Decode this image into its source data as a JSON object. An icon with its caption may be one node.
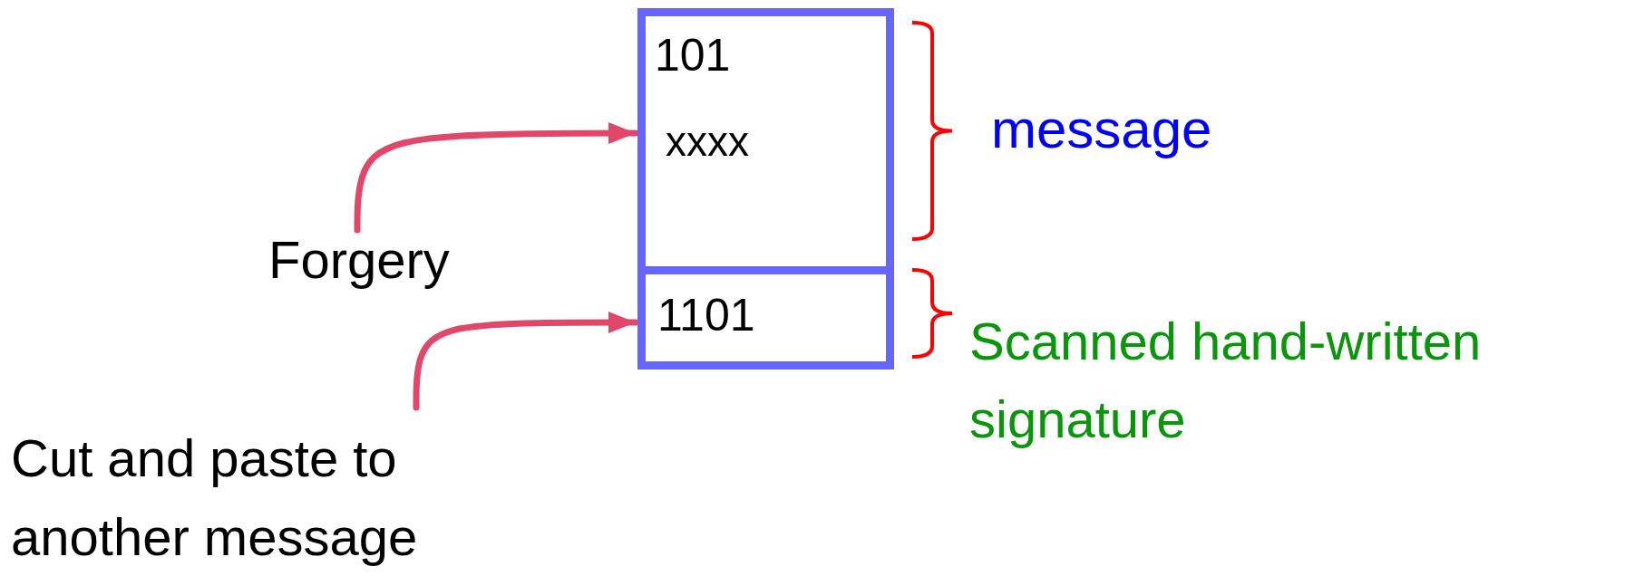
{
  "diagram": {
    "nodes": [
      {
        "text": [
          "101",
          "xxxx"
        ],
        "beside": [
          "message"
        ]
      },
      {
        "text": [
          "1101"
        ],
        "beside": [
          "Scanned hand-written signature"
        ]
      },
      {
        "text": [
          "Forgery"
        ]
      },
      {
        "text": [
          "Cut and paste to another message"
        ]
      }
    ],
    "edges": [
      {
        "from": 2,
        "to": 0,
        "arrow": "to"
      },
      {
        "from": 3,
        "to": 1,
        "arrow": "to"
      }
    ]
  }
}
